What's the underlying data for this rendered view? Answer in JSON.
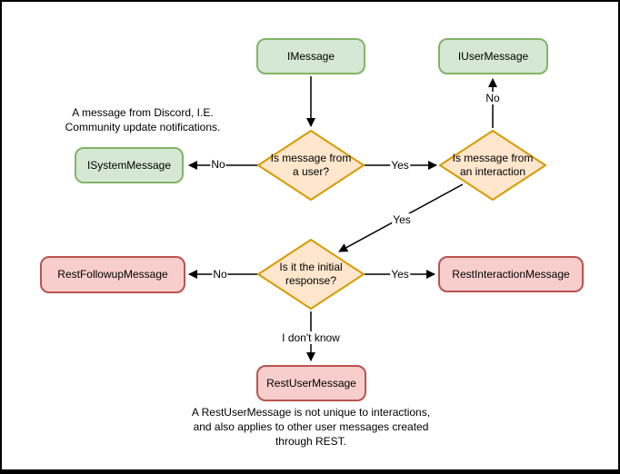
{
  "diagram": {
    "nodes": {
      "imessage": {
        "label": "IMessage"
      },
      "iusermessage": {
        "label": "IUserMessage"
      },
      "isystemmessage": {
        "label": "ISystemMessage"
      },
      "restfollowupmessage": {
        "label": "RestFollowupMessage"
      },
      "restinteractionmessage": {
        "label": "RestInteractionMessage"
      },
      "restusermessage": {
        "label": "RestUserMessage"
      }
    },
    "decisions": {
      "is_from_user": {
        "label": "Is message from\na user?"
      },
      "is_from_interaction": {
        "label": "Is message from\nan interaction"
      },
      "is_initial_response": {
        "label": "Is it the initial\nresponse?"
      }
    },
    "edge_labels": {
      "no_to_systemmessage": "No",
      "yes_to_interaction": "Yes",
      "no_to_usermessage": "No",
      "yes_to_initial": "Yes",
      "no_to_followup": "No",
      "yes_to_interactionmessage": "Yes",
      "dont_know": "I don't know"
    },
    "notes": {
      "system_note": "A message from Discord, I.E.\nCommunity update notifications.",
      "rest_note": "A RestUserMessage is not unique to interactions,\nand also applies to other user messages created\nthrough REST."
    },
    "colors": {
      "green_fill": "#d5e8d4",
      "green_stroke": "#82b366",
      "orange_fill": "#ffe6cc",
      "orange_stroke": "#d79b00",
      "red_fill": "#f8cecc",
      "red_stroke": "#b85450",
      "arrow": "#000000"
    }
  }
}
